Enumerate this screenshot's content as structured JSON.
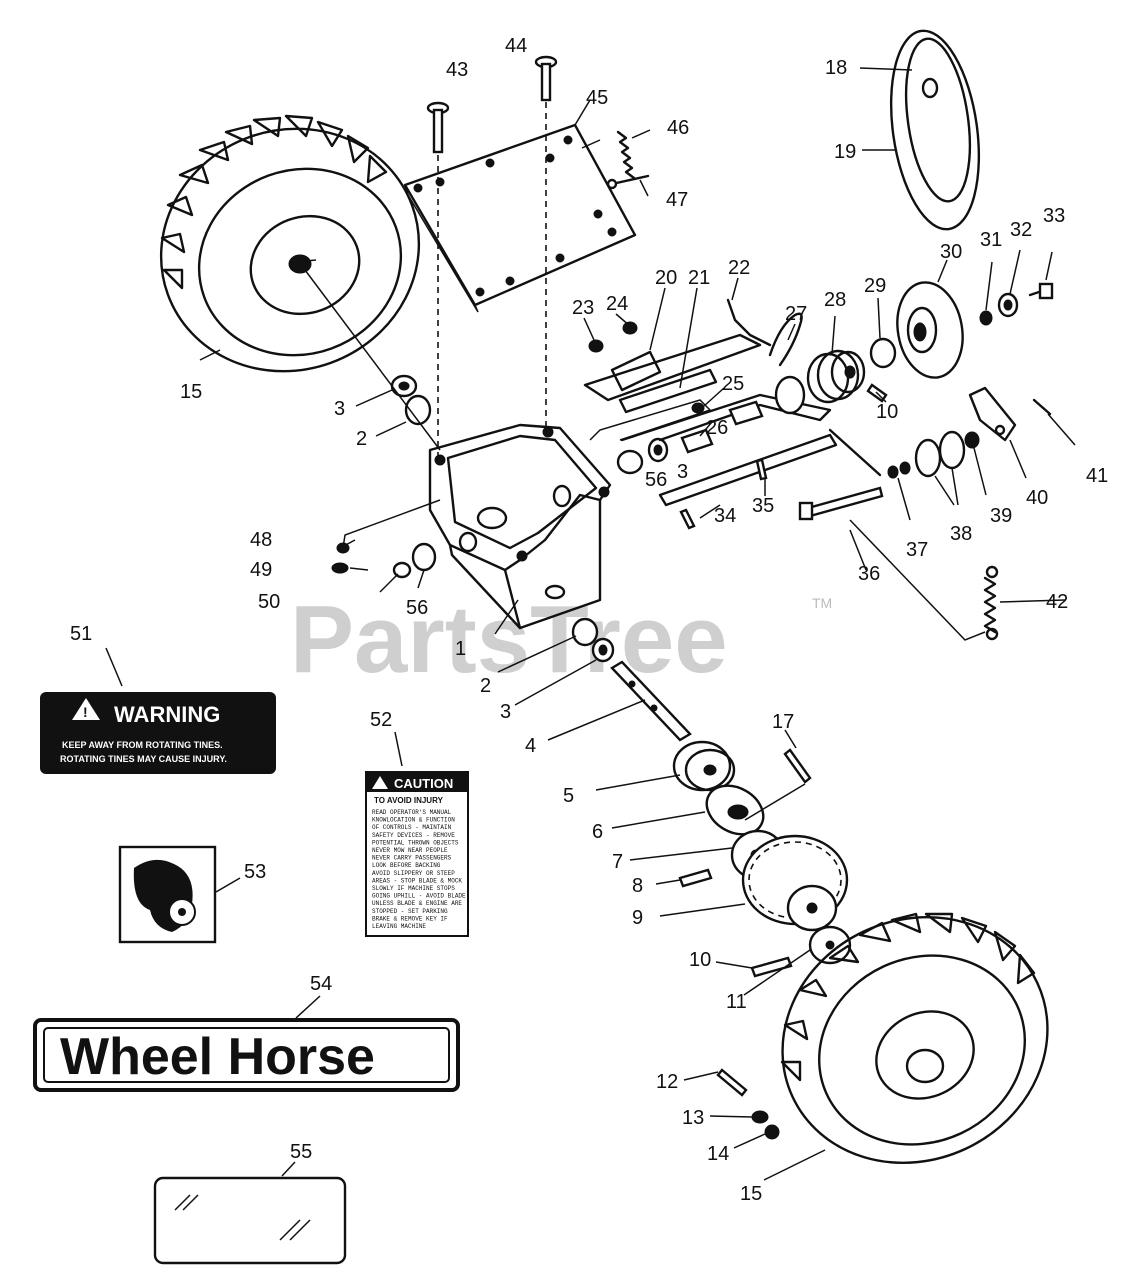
{
  "watermark": {
    "text": "PartsTree",
    "tm": "TM"
  },
  "callouts": {
    "c1": "1",
    "c2a": "2",
    "c2b": "2",
    "c3a": "3",
    "c3b": "3",
    "c3c": "3",
    "c4": "4",
    "c5": "5",
    "c6": "6",
    "c7": "7",
    "c8": "8",
    "c9": "9",
    "c10a": "10",
    "c10b": "10",
    "c11": "11",
    "c12": "12",
    "c13": "13",
    "c14": "14",
    "c15a": "15",
    "c15b": "15",
    "c17": "17",
    "c18": "18",
    "c19": "19",
    "c20": "20",
    "c21": "21",
    "c22": "22",
    "c23": "23",
    "c24": "24",
    "c25": "25",
    "c26": "26",
    "c27": "27",
    "c28": "28",
    "c29": "29",
    "c30": "30",
    "c31": "31",
    "c32": "32",
    "c33": "33",
    "c34": "34",
    "c35": "35",
    "c36": "36",
    "c37": "37",
    "c38": "38",
    "c39": "39",
    "c40": "40",
    "c41": "41",
    "c42": "42",
    "c43": "43",
    "c44": "44",
    "c45": "45",
    "c46": "46",
    "c47": "47",
    "c48": "48",
    "c49": "49",
    "c50": "50",
    "c51": "51",
    "c52": "52",
    "c53": "53",
    "c54": "54",
    "c55": "55",
    "c56a": "56",
    "c56b": "56"
  },
  "warning_decal": {
    "title": "WARNING",
    "line1": "KEEP AWAY FROM ROTATING TINES.",
    "line2": "ROTATING TINES MAY CAUSE INJURY."
  },
  "caution_decal": {
    "title": "CAUTION",
    "subtitle": "TO AVOID INJURY",
    "lines": [
      "READ OPERATOR'S MANUAL",
      "KNOWLOCATION & FUNCTION",
      "OF CONTROLS - MAINTAIN",
      "SAFETY DEVICES - REMOVE",
      "POTENTIAL THROWN OBJECTS",
      "NEVER MOW NEAR PEOPLE",
      "NEVER CARRY PASSENGERS",
      "LOOK BEFORE BACKING",
      "AVOID SLIPPERY OR STEEP",
      "AREAS - STOP BLADE & MOCK",
      "SLOWLY IF MACHINE STOPS",
      "GOING UPHILL - AVOID BLADE",
      "UNLESS BLADE & ENGINE ARE",
      "STOPPED - SET PARKING",
      "BRAKE & REMOVE KEY IF",
      "LEAVING MACHINE"
    ]
  },
  "brand_decal": {
    "text": "Wheel Horse"
  }
}
